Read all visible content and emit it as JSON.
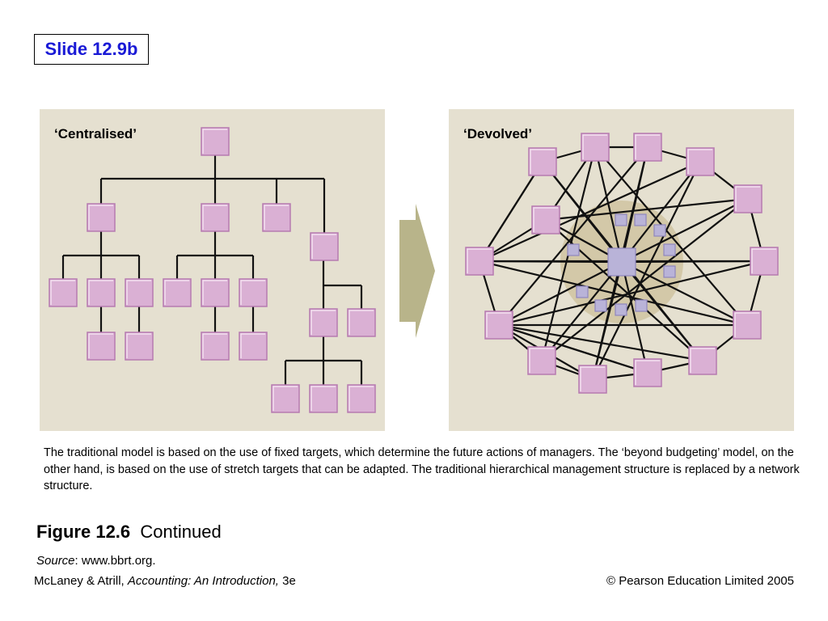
{
  "slide_label": "Slide 12.9b",
  "diagram": {
    "left_title": "‘Centralised’",
    "right_title": "‘Devolved’",
    "colors": {
      "panel_background": "#e5e0d0",
      "box_fill": "#dab0d4",
      "inner_box_fill": "#b9b3d8",
      "inner_circle": "#d3c8a8",
      "arrow": "#b8b48a"
    }
  },
  "caption": "The traditional model is based on the use of fixed targets, which determine the future actions of managers. The ‘beyond budgeting’ model, on the other hand, is based on the use of stretch targets that can be adapted. The traditional hierarchical management structure is replaced by a network structure.",
  "figure": {
    "number": "Figure 12.6",
    "title": "Continued"
  },
  "source": {
    "label": "Source",
    "text": ": www.bbrt.org."
  },
  "footer": {
    "authors": "McLaney & Atrill, ",
    "book_title": "Accounting: An Introduction,",
    "edition": " 3e",
    "copyright": "© Pearson Education Limited 2005"
  }
}
